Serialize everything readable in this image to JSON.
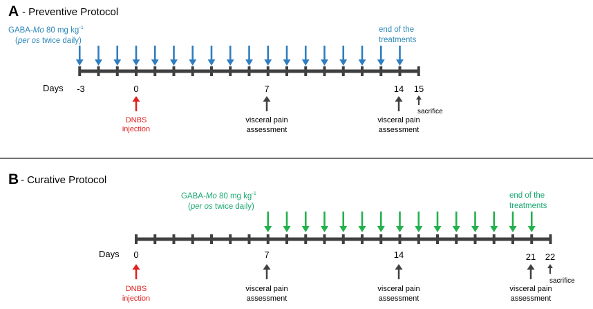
{
  "panel_a": {
    "letter": "A",
    "title": " - Preventive Protocol",
    "treatment_line1_prefix": "GABA-",
    "treatment_line1_italic": "Mo",
    "treatment_line1_suffix": " 80 mg kg",
    "treatment_line1_sup": "-1",
    "treatment_line2_open": "(",
    "treatment_line2_italic": "per os",
    "treatment_line2_rest": " twice daily)",
    "end_label_line1": "end of the",
    "end_label_line2": "treatments",
    "days_label": "Days",
    "day_labels": [
      "-3",
      "0",
      "7",
      "14",
      "15"
    ],
    "dnbs_line1": "DNBS",
    "dnbs_line2": "injection",
    "pain_line1": "visceral pain",
    "pain_line2": "assessment",
    "sacrifice": "sacrifice",
    "treatment_days_start": -3,
    "treatment_days_end": 14
  },
  "panel_b": {
    "letter": "B",
    "title": " - Curative Protocol",
    "treatment_line1_prefix": "GABA-",
    "treatment_line1_italic": "Mo",
    "treatment_line1_suffix": " 80 mg kg",
    "treatment_line1_sup": "-1",
    "treatment_line2_open": "(",
    "treatment_line2_italic": "per os",
    "treatment_line2_rest": " twice daily)",
    "end_label_line1": "end of the",
    "end_label_line2": "treatments",
    "days_label": "Days",
    "day_labels": [
      "0",
      "7",
      "14",
      "21",
      "22"
    ],
    "dnbs_line1": "DNBS",
    "dnbs_line2": "injection",
    "pain_line1": "visceral pain",
    "pain_line2": "assessment",
    "sacrifice": "sacrifice",
    "treatment_days_start": 7,
    "treatment_days_end": 21
  },
  "colors": {
    "timeline": "#404040",
    "arrow_blue": "#2e7dc0",
    "text_blue": "#2e88b8",
    "arrow_green": "#22b14c",
    "text_green": "#1aa870",
    "dnbs_red": "#e02020",
    "text": "#000000",
    "divider": "#222222"
  }
}
